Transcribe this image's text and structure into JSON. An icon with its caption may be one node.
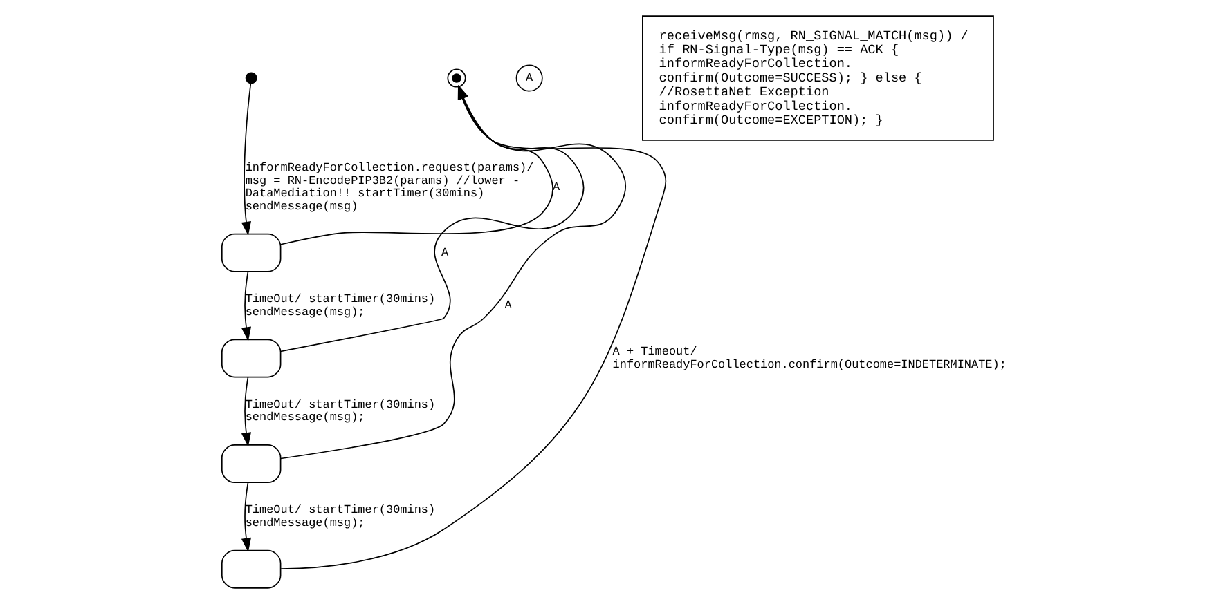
{
  "diagram": {
    "nodes": [
      {
        "text": [],
        "shape": "circle"
      },
      {
        "text": [],
        "shape": "box"
      },
      {
        "text": [],
        "shape": "box"
      },
      {
        "text": [],
        "shape": "box"
      },
      {
        "text": [],
        "shape": "box"
      },
      {
        "text": [],
        "shape": "circle"
      },
      {
        "text": [
          "receiveMsg(rmsg, RN_SIGNAL_MATCH(msg)) / if RN-Signal-Type(msg) == ACK { informReadyForCollection. confirm(Outcome=SUCCESS); } else { //RosettaNet Exception informReadyForCollection. confirm(Outcome=EXCEPTION); }"
        ]
      }
    ],
    "labels": [
      "A"
    ],
    "edges": [
      {
        "from": 0,
        "to": 1,
        "arrow": "to",
        "label": "informReadyForCollection.request(params)/ msg = RN-EncodePIP3B2(params) //lower - DataMediation!! startTimer(30mins) sendMessage(msg)"
      },
      {
        "from": 1,
        "to": 2,
        "arrow": "to",
        "label": "TimeOut/ startTimer(30mins) sendMessage(msg);"
      },
      {
        "from": 2,
        "to": 3,
        "arrow": "to",
        "label": "TimeOut/ startTimer(30mins) sendMessage(msg);"
      },
      {
        "from": 3,
        "to": 4,
        "arrow": "to",
        "label": "TimeOut/ startTimer(30mins) sendMessage(msg);"
      },
      {
        "from": 1,
        "to": 5,
        "arrow": "to",
        "label": "A"
      },
      {
        "from": 2,
        "to": 5,
        "arrow": "to",
        "label": "A"
      },
      {
        "from": 3,
        "to": 5,
        "arrow": "to",
        "label": "A"
      },
      {
        "from": 4,
        "to": 5,
        "arrow": "to",
        "label": "A + Timeout/ informReadyForCollection.confirm(Outcome=INDETERMINATE);"
      }
    ]
  }
}
